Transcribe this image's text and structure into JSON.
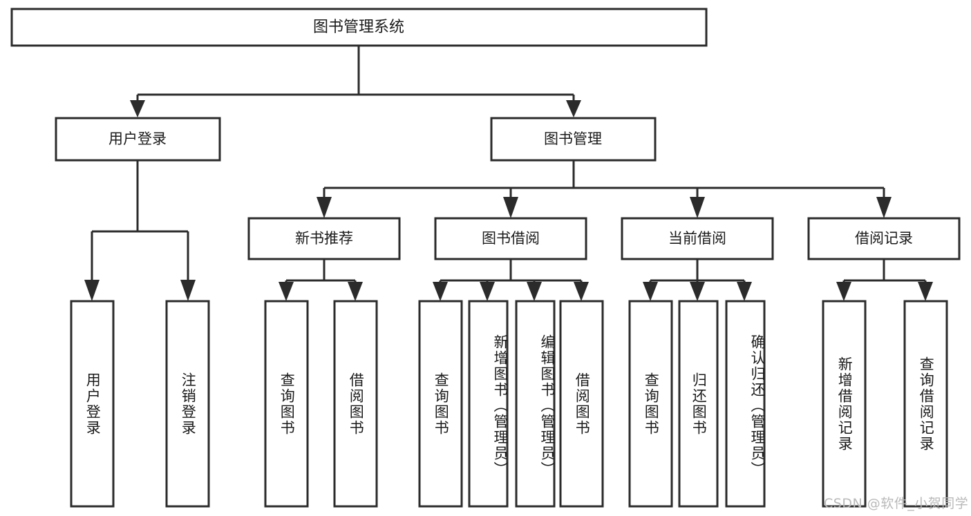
{
  "diagram": {
    "type": "tree-hierarchy-chart",
    "title": "图书管理系统",
    "root": {
      "label": "图书管理系统"
    },
    "level2": [
      {
        "label": "用户登录"
      },
      {
        "label": "图书管理"
      }
    ],
    "level3": [
      {
        "label": "新书推荐"
      },
      {
        "label": "图书借阅"
      },
      {
        "label": "当前借阅"
      },
      {
        "label": "借阅记录"
      }
    ],
    "leaves": {
      "user_login": [
        {
          "label": "用户登录"
        },
        {
          "label": "注销登录"
        }
      ],
      "new_book_recommend": [
        {
          "label": "查询图书"
        },
        {
          "label": "借阅图书"
        }
      ],
      "book_borrow": [
        {
          "label": "查询图书"
        },
        {
          "label": "新增图书（管理员）"
        },
        {
          "label": "编辑图书（管理员）"
        },
        {
          "label": "借阅图书"
        }
      ],
      "current_borrow": [
        {
          "label": "查询图书"
        },
        {
          "label": "归还图书"
        },
        {
          "label": "确认归还（管理员）"
        }
      ],
      "borrow_record": [
        {
          "label": "新增借阅记录"
        },
        {
          "label": "查询借阅记录"
        }
      ]
    },
    "watermark": "CSDN @软件_小贺同学",
    "colors": {
      "stroke": "#2b2b2b",
      "fill": "#ffffff",
      "text": "#1a1a1a",
      "watermark": "#b9b9b9",
      "background": "#ffffff"
    }
  }
}
